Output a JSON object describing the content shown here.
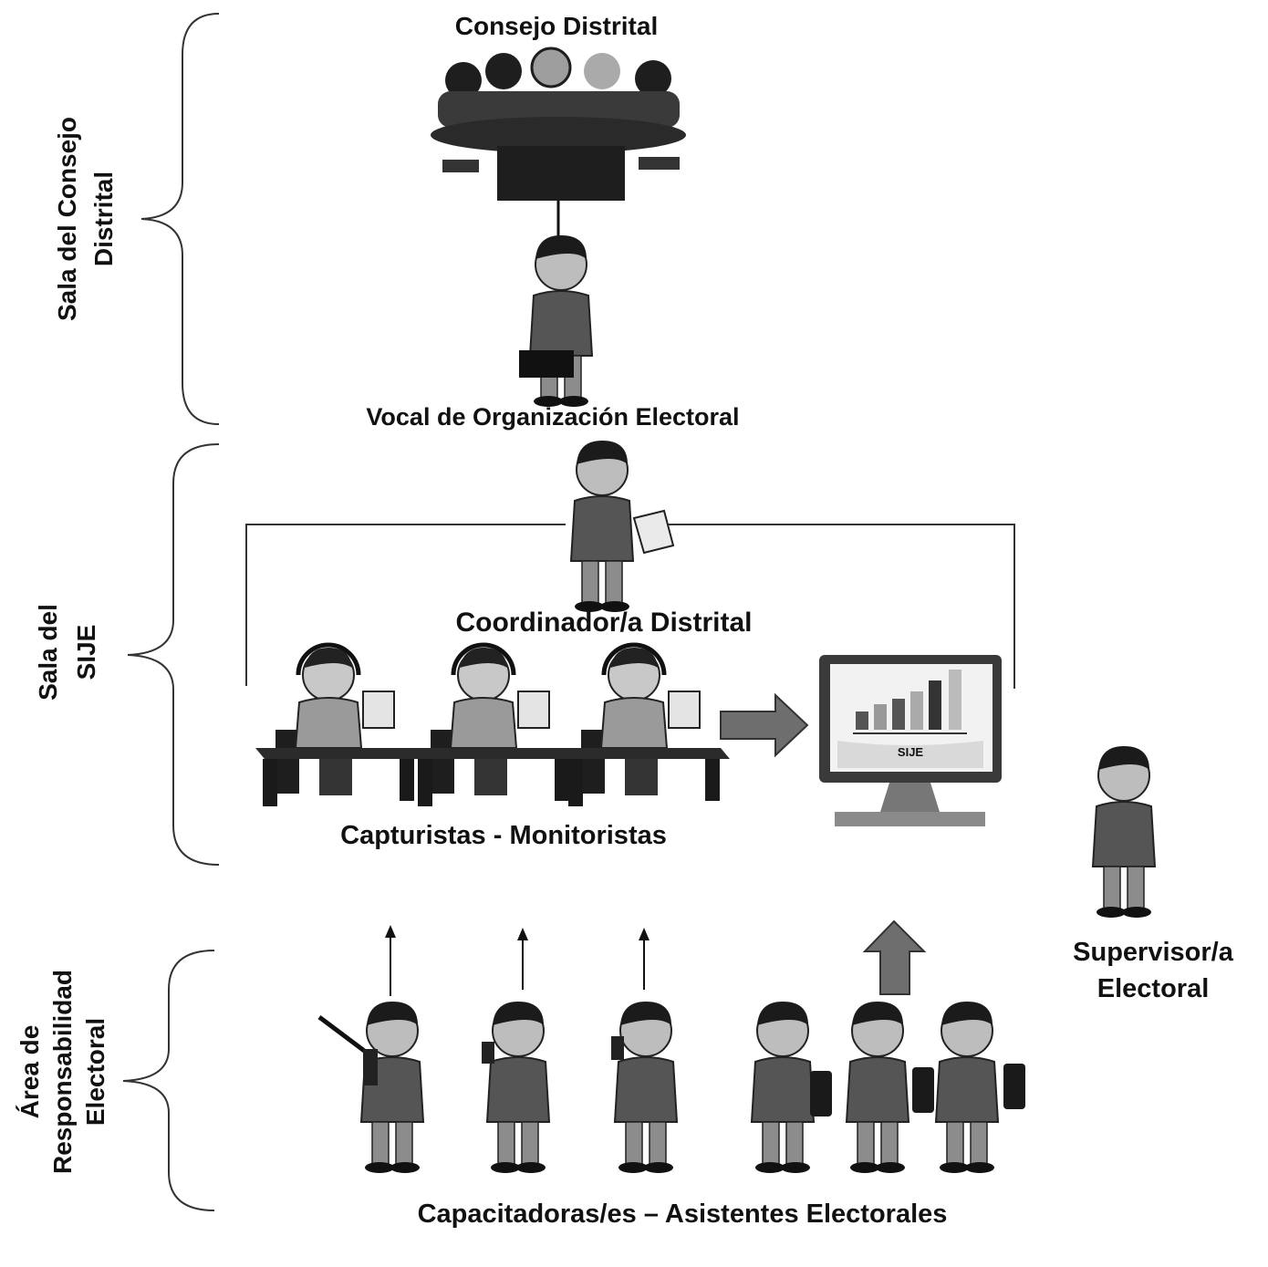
{
  "sections": [
    {
      "label_line1": "Sala del Consejo",
      "label_line2": "Distrital"
    },
    {
      "label_line1": "Sala del",
      "label_line2": "SIJE"
    },
    {
      "label_line1": "Área de",
      "label_line2": "Responsabilidad",
      "label_line3": "Electoral"
    }
  ],
  "nodes": {
    "consejo": "Consejo Distrital",
    "vocal": "Vocal de Organización Electoral",
    "coordinador": "Coordinador/a Distrital",
    "capturistas": "Capturistas - Monitoristas",
    "monitor_text": "SIJE",
    "supervisor_line1": "Supervisor/a",
    "supervisor_line2": "Electoral",
    "capacitadores": "Capacitadoras/es – Asistentes Electorales"
  },
  "icons": {
    "meeting": "council-meeting-icon",
    "vocal": "vocal-person-icon",
    "coordinator": "coordinator-person-icon",
    "operator": "operator-desk-icon",
    "monitor": "sije-monitor-icon",
    "supervisor": "supervisor-person-icon",
    "field": "field-assistant-icon"
  },
  "colors": {
    "ink": "#111111",
    "dark": "#3a3a3a",
    "mid": "#6e6e6e",
    "light": "#bdbdbd",
    "screen": "#d9d9d9"
  }
}
